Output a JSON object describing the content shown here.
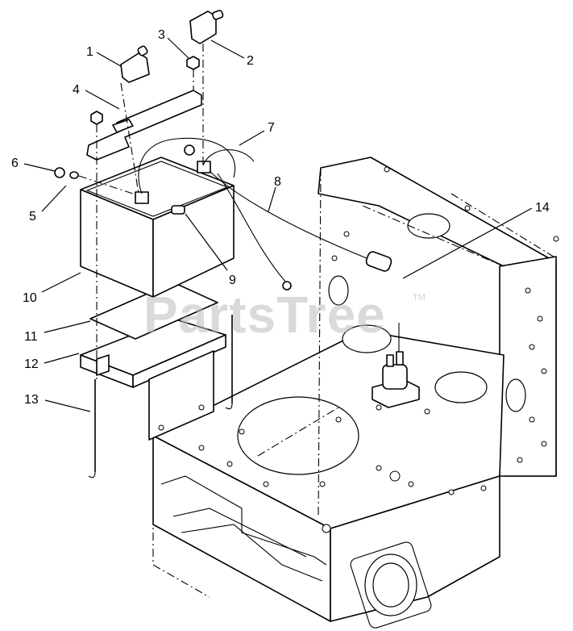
{
  "watermark": {
    "text": "PartsTree",
    "trademark": "TM"
  },
  "callouts": [
    "1",
    "2",
    "3",
    "4",
    "5",
    "6",
    "7",
    "8",
    "9",
    "10",
    "11",
    "12",
    "13",
    "14"
  ]
}
